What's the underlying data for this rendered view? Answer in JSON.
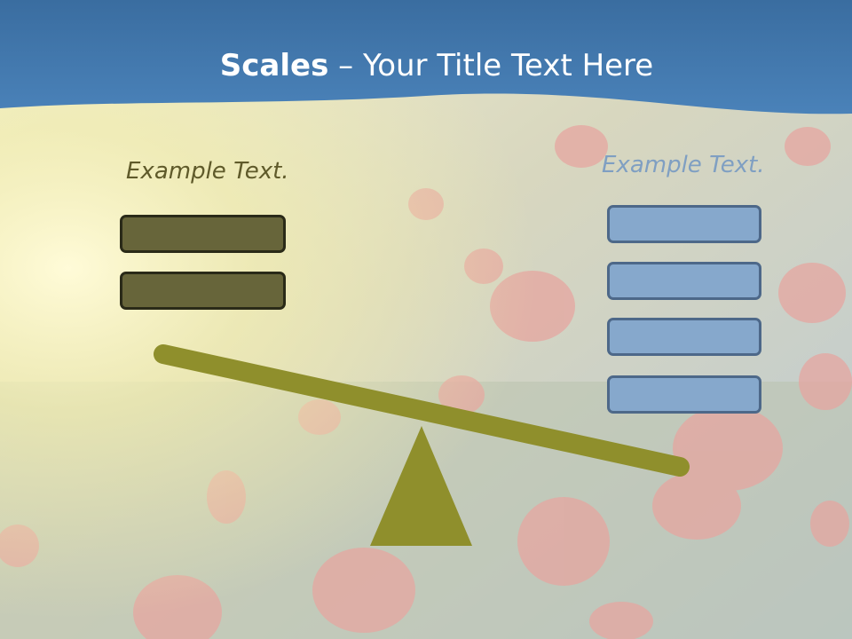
{
  "slide": {
    "title_bold": "Scales",
    "title_rest": " – Your Title Text Here"
  },
  "left": {
    "label": "Example Text.",
    "box_count": 2,
    "box_fill": "#67653a"
  },
  "right": {
    "label": "Example Text.",
    "box_count": 4,
    "box_fill": "#86a8cc"
  },
  "colors": {
    "header": "#3f76ac",
    "beam_and_fulcrum": "#8f8f2c"
  }
}
